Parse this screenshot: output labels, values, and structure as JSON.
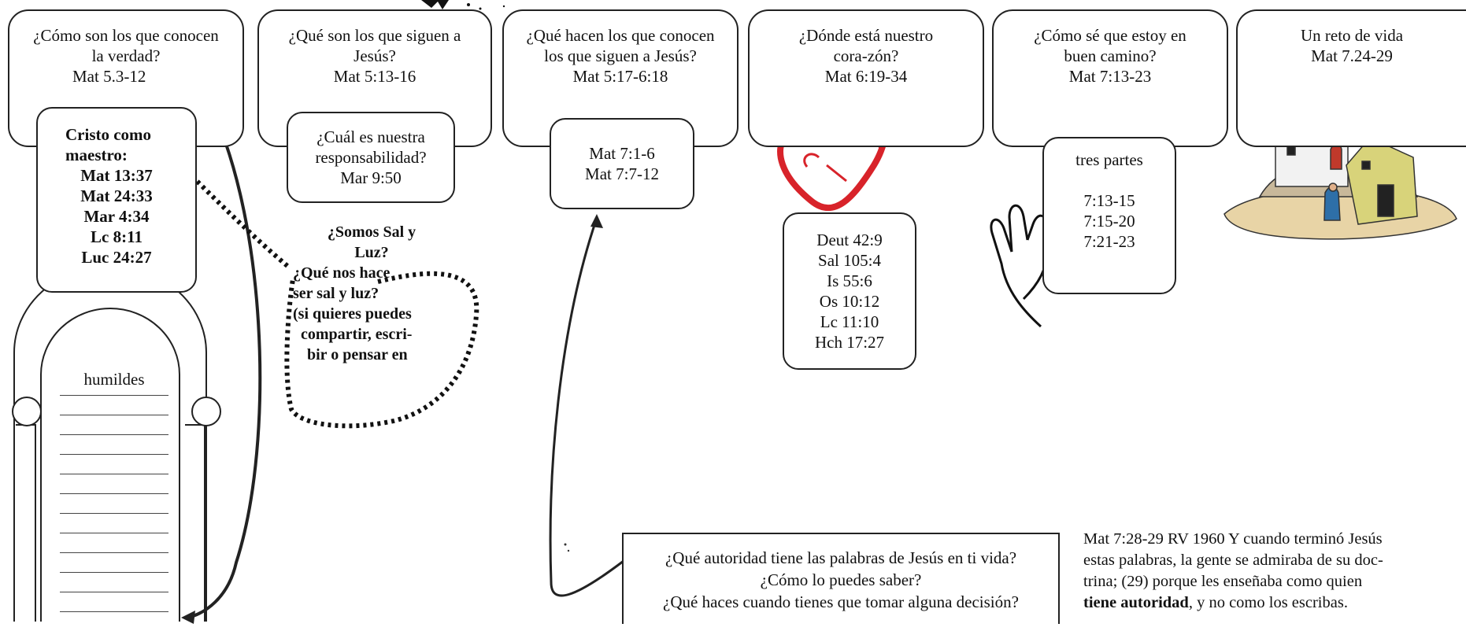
{
  "top_boxes": [
    {
      "question": "¿Cómo son los que conocen la verdad?",
      "ref": "Mat 5.3-12"
    },
    {
      "question": "¿Qué son los que siguen a Jesús?",
      "ref": "Mat 5:13-16"
    },
    {
      "question": "¿Qué hacen los que conocen los que siguen a Jesús?",
      "ref": "Mat 5:17-6:18"
    },
    {
      "question": "¿Dónde está nuestro cora-zón?",
      "ref": "Mat 6:19-34"
    },
    {
      "question": "¿Cómo sé que estoy en buen camino?",
      "ref": "Mat 7:13-23"
    },
    {
      "question": "Un reto de vida",
      "ref": "Mat 7.24-29"
    }
  ],
  "teacher": {
    "title": "Cristo como maestro:",
    "refs": [
      "Mat 13:37",
      "Mat 24:33",
      "Mar 4:34",
      "Lc 8:11",
      "Luc 24:27"
    ]
  },
  "responsibility": {
    "question": "¿Cuál es nuestra responsabilidad?",
    "ref": "Mar 9:50"
  },
  "salt_light": {
    "lines": [
      "¿Somos Sal y",
      "Luz?",
      "¿Qué nos hace",
      "ser sal y luz?",
      "(si quieres puedes",
      "compartir, escri-",
      "bir o pensar en"
    ]
  },
  "mat7": {
    "refs": [
      "Mat 7:1-6",
      "Mat 7:7-12"
    ]
  },
  "heart_refs": [
    "Deut 42:9",
    "Sal 105:4",
    "Is 55:6",
    "Os 10:12",
    "Lc 11:10",
    "Hch 17:27"
  ],
  "three_parts": {
    "title": "tres partes",
    "refs": [
      "7:13-15",
      "7:15-20",
      "7:21-23"
    ]
  },
  "arch": {
    "label": "humildes"
  },
  "authority_box": {
    "lines": [
      "¿Qué autoridad tiene las palabras de Jesús en ti vida?",
      "¿Cómo lo puedes saber?",
      "¿Qué haces cuando tienes que tomar alguna decisión?"
    ]
  },
  "quote": {
    "line1": "Mat 7:28-29 RV 1960  Y cuando terminó Jesús",
    "line2": "estas palabras, la gente se admiraba de su doc-",
    "line3": "trina;  (29)  porque les enseñaba como quien",
    "bold": "tiene autoridad",
    "tail": ", y no como los escribas."
  },
  "colors": {
    "heart": "#d8232a",
    "sand": "#e8d4a6",
    "house": "#d8d37a",
    "border": "#222222"
  }
}
